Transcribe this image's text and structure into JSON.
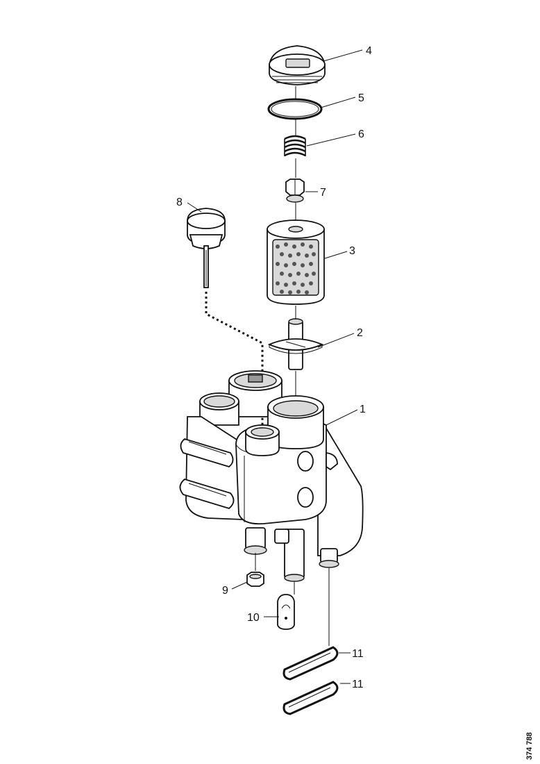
{
  "diagram": {
    "labels": [
      {
        "id": "1",
        "text": "1"
      },
      {
        "id": "2",
        "text": "2"
      },
      {
        "id": "3",
        "text": "3"
      },
      {
        "id": "4",
        "text": "4"
      },
      {
        "id": "5",
        "text": "5"
      },
      {
        "id": "6",
        "text": "6"
      },
      {
        "id": "7",
        "text": "7"
      },
      {
        "id": "8",
        "text": "8"
      },
      {
        "id": "9",
        "text": "9"
      },
      {
        "id": "10",
        "text": "10"
      },
      {
        "id": "11a",
        "text": "11"
      },
      {
        "id": "11b",
        "text": "11"
      }
    ],
    "drawing_code": "374 788"
  }
}
